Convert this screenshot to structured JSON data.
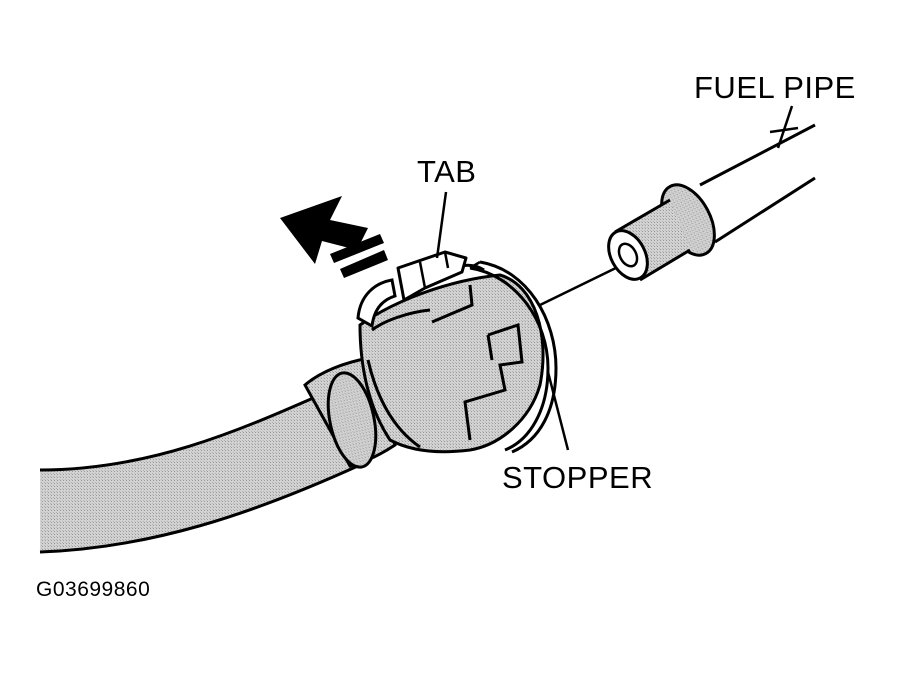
{
  "diagram": {
    "labels": {
      "fuel_pipe": "FUEL PIPE",
      "tab": "TAB",
      "stopper": "STOPPER"
    },
    "figure_code": "G03699860",
    "colors": {
      "ink": "#000000",
      "paper": "#ffffff",
      "shade": "#c9c9c9"
    }
  }
}
